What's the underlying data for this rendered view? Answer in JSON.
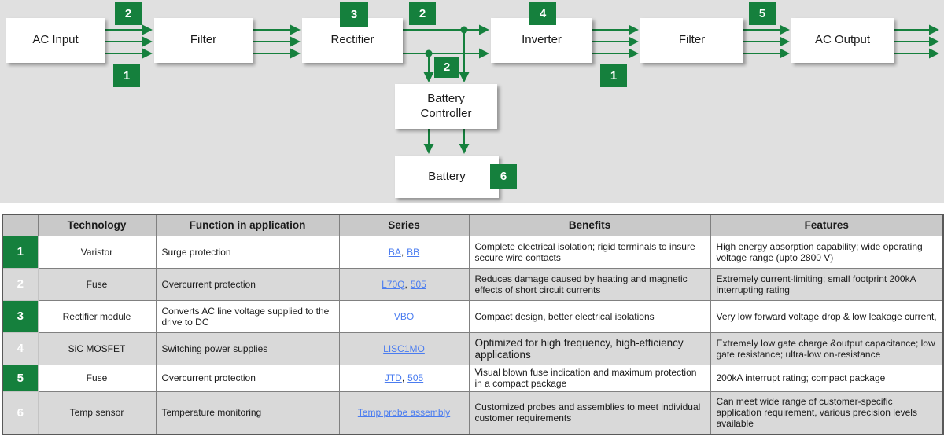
{
  "colors": {
    "accent_green": "#15803d",
    "link_blue": "#4a7cf0",
    "diagram_bg": "#e0e0e0",
    "header_bg": "#c9c9c9",
    "alt_row_bg": "#d9d9d9"
  },
  "diagram": {
    "boxes": {
      "ac_input": "AC Input",
      "filter1": "Filter",
      "rectifier": "Rectifier",
      "inverter": "Inverter",
      "filter2": "Filter",
      "ac_output": "AC Output",
      "battery_controller": "Battery Controller",
      "battery": "Battery"
    },
    "badges": {
      "b2a": "2",
      "b1a": "1",
      "b3": "3",
      "b2b": "2",
      "b2c": "2",
      "b4": "4",
      "b1b": "1",
      "b5": "5",
      "b6": "6"
    }
  },
  "table": {
    "separator": ",",
    "headers": {
      "number": "",
      "technology": "Technology",
      "function": "Function in application",
      "series": "Series",
      "benefits": "Benefits",
      "features": "Features"
    },
    "rows": [
      {
        "num": "1",
        "technology": "Varistor",
        "function": "Surge protection",
        "series": [
          "BA",
          "BB"
        ],
        "benefits": "Complete electrical isolation; rigid terminals to insure secure wire contacts",
        "features": "High energy absorption capability; wide operating voltage range (upto 2800 V)"
      },
      {
        "num": "2",
        "technology": "Fuse",
        "function": "Overcurrent protection",
        "series": [
          "L70Q",
          "505"
        ],
        "benefits": "Reduces damage caused by heating and magnetic effects of short circuit currents",
        "features": "Extremely current-limiting; small footprint 200kA interrupting rating"
      },
      {
        "num": "3",
        "technology": "Rectifier module",
        "function": "Converts AC line voltage supplied to the drive to DC",
        "series": [
          "VBO"
        ],
        "benefits": "Compact design, better electrical isolations",
        "features": "Very low forward voltage drop & low leakage current,"
      },
      {
        "num": "4",
        "technology": "SiC MOSFET",
        "function": "Switching power supplies",
        "series": [
          "LISC1MO"
        ],
        "benefits": "Optimized for high frequency, high-efficiency applications",
        "features": "Extremely low gate charge &output capacitance; low gate resistance; ultra-low on-resistance"
      },
      {
        "num": "5",
        "technology": "Fuse",
        "function": "Overcurrent protection",
        "series": [
          "JTD",
          "505"
        ],
        "benefits": "Visual blown fuse indication and maximum protection in a compact package",
        "features": "200kA  interrupt rating; compact package"
      },
      {
        "num": "6",
        "technology": "Temp sensor",
        "function": "Temperature monitoring",
        "series": [
          "Temp probe assembly"
        ],
        "benefits": "Customized probes and assemblies to meet individual customer requirements",
        "features": "Can meet wide range of customer-specific application requirement, various precision levels available"
      }
    ]
  }
}
